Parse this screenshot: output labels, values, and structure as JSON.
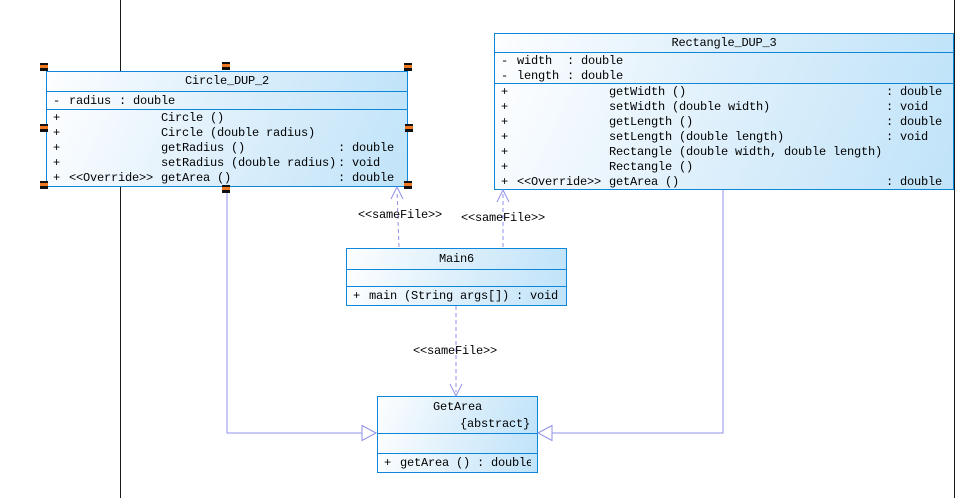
{
  "colors": {
    "box_border": "#0c86d8",
    "box_fill_light": "#fdfeff",
    "box_fill_dark": "#c0e3f9",
    "relation_line": "#9191e8",
    "page_boundary_line": "#1a1a1a",
    "selection_handle_black": "#111111",
    "selection_handle_orange": "#f07820",
    "text": "#000000"
  },
  "classes": {
    "circle": {
      "name": "Circle_DUP_2",
      "selected": true,
      "attributes": [
        {
          "vis": "-",
          "name": "radius",
          "type": "double"
        }
      ],
      "operations": [
        {
          "vis": "+",
          "stereo": "",
          "name": "Circle ()",
          "type": ""
        },
        {
          "vis": "+",
          "stereo": "",
          "name": "Circle (double radius)",
          "type": ""
        },
        {
          "vis": "+",
          "stereo": "",
          "name": "getRadius ()",
          "type": "double"
        },
        {
          "vis": "+",
          "stereo": "",
          "name": "setRadius (double radius)",
          "type": "void"
        },
        {
          "vis": "+",
          "stereo": "<<Override>>",
          "name": "getArea ()",
          "type": "double"
        }
      ]
    },
    "rectangle": {
      "name": "Rectangle_DUP_3",
      "selected": false,
      "attributes": [
        {
          "vis": "-",
          "name": "width",
          "type": "double"
        },
        {
          "vis": "-",
          "name": "length",
          "type": "double"
        }
      ],
      "operations": [
        {
          "vis": "+",
          "stereo": "",
          "name": "getWidth ()",
          "type": "double"
        },
        {
          "vis": "+",
          "stereo": "",
          "name": "setWidth (double width)",
          "type": "void"
        },
        {
          "vis": "+",
          "stereo": "",
          "name": "getLength ()",
          "type": "double"
        },
        {
          "vis": "+",
          "stereo": "",
          "name": "setLength (double length)",
          "type": "void"
        },
        {
          "vis": "+",
          "stereo": "",
          "name": "Rectangle (double width, double length)",
          "type": ""
        },
        {
          "vis": "+",
          "stereo": "",
          "name": "Rectangle ()",
          "type": ""
        },
        {
          "vis": "+",
          "stereo": "<<Override>>",
          "name": "getArea ()",
          "type": "double"
        }
      ]
    },
    "main6": {
      "name": "Main6",
      "selected": false,
      "attributes": [],
      "operations": [
        {
          "vis": "+",
          "stereo": "",
          "name": "main (String args[])",
          "type": "void"
        }
      ]
    },
    "getarea": {
      "name": "GetArea",
      "modifier": "{abstract}",
      "selected": false,
      "attributes": [],
      "operations": [
        {
          "vis": "+",
          "stereo": "",
          "name": "getArea ()",
          "type": "double"
        }
      ]
    }
  },
  "connectors": {
    "dep_main_circle": {
      "type": "dependency",
      "label": "<<sameFile>>"
    },
    "dep_main_rectangle": {
      "type": "dependency",
      "label": "<<sameFile>>"
    },
    "dep_main_getarea": {
      "type": "dependency",
      "label": "<<sameFile>>"
    },
    "gen_circle_getarea": {
      "type": "generalization",
      "label": ""
    },
    "gen_rectangle_getarea": {
      "type": "generalization",
      "label": ""
    }
  }
}
